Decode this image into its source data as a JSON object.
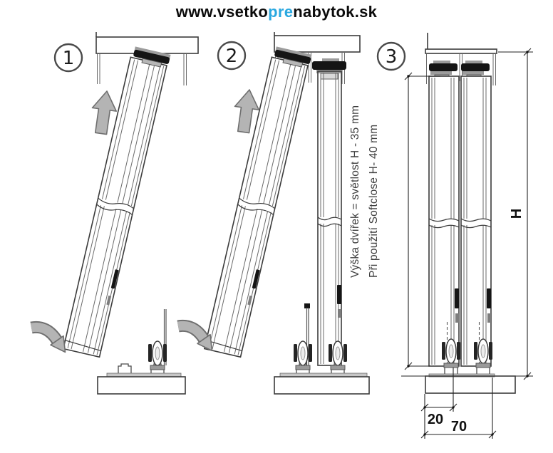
{
  "title": {
    "prefix": "www.vsetko",
    "highlight": "pre",
    "suffix": "nabytok.sk"
  },
  "steps": [
    {
      "number": "1"
    },
    {
      "number": "2"
    },
    {
      "number": "3"
    }
  ],
  "annotations": {
    "door_height": "Výška dvířek = světlost H - 35 mm",
    "softclose": "Při použití Softclose H- 40 mm"
  },
  "dimensions": {
    "height_label": "H",
    "front_rail_offset": "20",
    "back_rail_offset": "70"
  },
  "colors": {
    "accent_blue": "#29a8e0",
    "line": "#3b3b3b",
    "arrow_gray": "#b4b4b4",
    "roller_black": "#151515",
    "background": "#ffffff"
  }
}
